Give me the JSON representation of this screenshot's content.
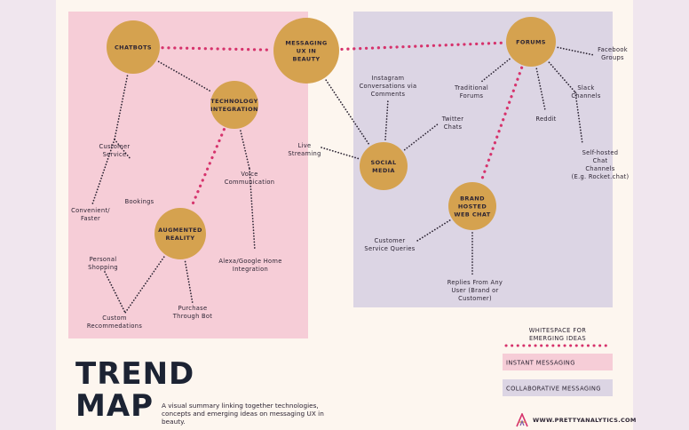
{
  "colors": {
    "instant": "#f6cdd7",
    "collaborative": "#dcd5e4",
    "node": "#d5a24f",
    "primary_link": "#d6336c",
    "secondary_link": "#2c2433"
  },
  "title_lines": [
    "TREND",
    "MAP"
  ],
  "subtitle": "A visual summary linking together technologies, concepts and emerging ideas on messaging UX in beauty.",
  "brand": {
    "logo": "pretty-analytics-logo-icon",
    "text": "WWW.PRETTYANALYTICS.COM"
  },
  "legend": {
    "whitespace_label": [
      "WHITESPACE FOR",
      "EMERGING IDEAS"
    ],
    "instant_label": "INSTANT MESSAGING",
    "collaborative_label": "COLLABORATIVE MESSAGING"
  },
  "nodes": [
    {
      "id": "chatbots",
      "lines": [
        "CHATBOTS"
      ]
    },
    {
      "id": "messaging-ux",
      "lines": [
        "MESSAGING",
        "UX IN",
        "BEAUTY"
      ]
    },
    {
      "id": "forums",
      "lines": [
        "FORUMS"
      ]
    },
    {
      "id": "technology-integration",
      "lines": [
        "TECHNOLOGY",
        "INTEGRATION"
      ]
    },
    {
      "id": "social-media",
      "lines": [
        "SOCIAL",
        "MEDIA"
      ]
    },
    {
      "id": "augmented-reality",
      "lines": [
        "AUGMENTED",
        "REALITY"
      ]
    },
    {
      "id": "brand-hosted-web-chat",
      "lines": [
        "BRAND",
        "HOSTED",
        "WEB CHAT"
      ]
    }
  ],
  "leaves": [
    {
      "id": "customer-service",
      "lines": [
        "Customer",
        "Service"
      ]
    },
    {
      "id": "bookings",
      "lines": [
        "Bookings"
      ]
    },
    {
      "id": "convenient-faster",
      "lines": [
        "Convenient/",
        "Faster"
      ]
    },
    {
      "id": "voice-communication",
      "lines": [
        "Voice",
        "Communication"
      ]
    },
    {
      "id": "alexa-google-home",
      "lines": [
        "Alexa/Google Home",
        "Integration"
      ]
    },
    {
      "id": "personal-shopping",
      "lines": [
        "Personal",
        "Shopping"
      ]
    },
    {
      "id": "custom-recommedations",
      "lines": [
        "Custom",
        "Recommedations"
      ]
    },
    {
      "id": "purchase-through-bot",
      "lines": [
        "Purchase",
        "Through Bot"
      ]
    },
    {
      "id": "instagram-conversations",
      "lines": [
        "Instagram",
        "Conversations via",
        "Comments"
      ]
    },
    {
      "id": "twitter-chats",
      "lines": [
        "Twitter",
        "Chats"
      ]
    },
    {
      "id": "live-streaming",
      "lines": [
        "Live",
        "Streaming"
      ]
    },
    {
      "id": "customer-service-queries",
      "lines": [
        "Customer",
        "Service Queries"
      ]
    },
    {
      "id": "replies-from-any-user",
      "lines": [
        "Replies From Any",
        "User (Brand or",
        "Customer)"
      ]
    },
    {
      "id": "traditional-forums",
      "lines": [
        "Traditional",
        "Forums"
      ]
    },
    {
      "id": "reddit",
      "lines": [
        "Reddit"
      ]
    },
    {
      "id": "slack-channels",
      "lines": [
        "Slack",
        "Channels"
      ]
    },
    {
      "id": "facebook-groups",
      "lines": [
        "Facebook",
        "Groups"
      ]
    },
    {
      "id": "self-hosted-chat",
      "lines": [
        "Self-hosted",
        "Chat",
        "Channels",
        "(E.g. Rocket.chat)"
      ]
    }
  ],
  "links": [
    {
      "from": "chatbots",
      "to": "messaging-ux",
      "kind": "whitespace"
    },
    {
      "from": "messaging-ux",
      "to": "forums",
      "kind": "whitespace"
    },
    {
      "from": "technology-integration",
      "to": "augmented-reality",
      "kind": "whitespace"
    },
    {
      "from": "forums",
      "to": "brand-hosted-web-chat",
      "kind": "whitespace"
    },
    {
      "from": "chatbots",
      "to": "technology-integration",
      "kind": "link"
    },
    {
      "from": "chatbots",
      "to": "customer-service",
      "kind": "link"
    },
    {
      "from": "customer-service",
      "to": "bookings",
      "kind": "link"
    },
    {
      "from": "customer-service",
      "to": "convenient-faster",
      "kind": "link"
    },
    {
      "from": "technology-integration",
      "to": "voice-communication",
      "kind": "link"
    },
    {
      "from": "voice-communication",
      "to": "alexa-google-home",
      "kind": "link"
    },
    {
      "from": "augmented-reality",
      "to": "custom-recommedations",
      "kind": "link"
    },
    {
      "from": "augmented-reality",
      "to": "purchase-through-bot",
      "kind": "link"
    },
    {
      "from": "personal-shopping",
      "to": "custom-recommedations",
      "kind": "link"
    },
    {
      "from": "messaging-ux",
      "to": "social-media",
      "kind": "link"
    },
    {
      "from": "social-media",
      "to": "instagram-conversations",
      "kind": "link"
    },
    {
      "from": "social-media",
      "to": "twitter-chats",
      "kind": "link"
    },
    {
      "from": "social-media",
      "to": "live-streaming",
      "kind": "link"
    },
    {
      "from": "brand-hosted-web-chat",
      "to": "customer-service-queries",
      "kind": "link"
    },
    {
      "from": "brand-hosted-web-chat",
      "to": "replies-from-any-user",
      "kind": "link"
    },
    {
      "from": "forums",
      "to": "traditional-forums",
      "kind": "link"
    },
    {
      "from": "forums",
      "to": "reddit",
      "kind": "link"
    },
    {
      "from": "forums",
      "to": "slack-channels",
      "kind": "link"
    },
    {
      "from": "forums",
      "to": "facebook-groups",
      "kind": "link"
    },
    {
      "from": "slack-channels",
      "to": "self-hosted-chat",
      "kind": "link"
    }
  ]
}
